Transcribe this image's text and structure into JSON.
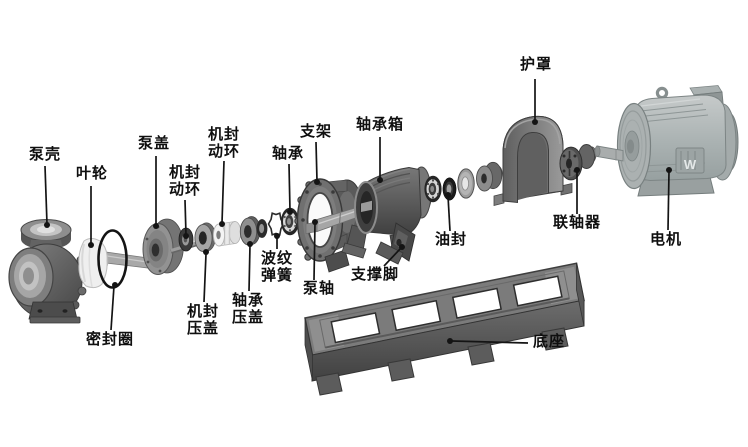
{
  "figure": {
    "background": "#ffffff",
    "leader_line_color": "#141414",
    "label_text_color": "#0f0f0f"
  },
  "labels": {
    "pump_casing": {
      "text": "泵壳"
    },
    "impeller": {
      "text": "叶轮"
    },
    "pump_cover": {
      "text": "泵盖"
    },
    "mech_seal_rotating_ring_a": {
      "line1": "机封",
      "line2": "动环"
    },
    "mech_seal_rotating_ring_b": {
      "line1": "机封",
      "line2": "动环"
    },
    "seal_ring": {
      "text": "密封圈"
    },
    "mech_seal_gland": {
      "line1": "机封",
      "line2": "压盖"
    },
    "bearing_gland": {
      "line1": "轴承",
      "line2": "压盖"
    },
    "wave_spring": {
      "line1": "波纹",
      "line2": "弹簧"
    },
    "bearing": {
      "text": "轴承"
    },
    "bracket": {
      "text": "支架"
    },
    "bearing_housing": {
      "text": "轴承箱"
    },
    "pump_shaft": {
      "text": "泵轴"
    },
    "support_foot": {
      "text": "支撑脚"
    },
    "oil_seal": {
      "text": "油封"
    },
    "guard": {
      "text": "护罩"
    },
    "coupling": {
      "text": "联轴器"
    },
    "motor": {
      "text": "电机"
    },
    "base": {
      "text": "底座"
    }
  },
  "motor_plate": {
    "logo": "W"
  }
}
